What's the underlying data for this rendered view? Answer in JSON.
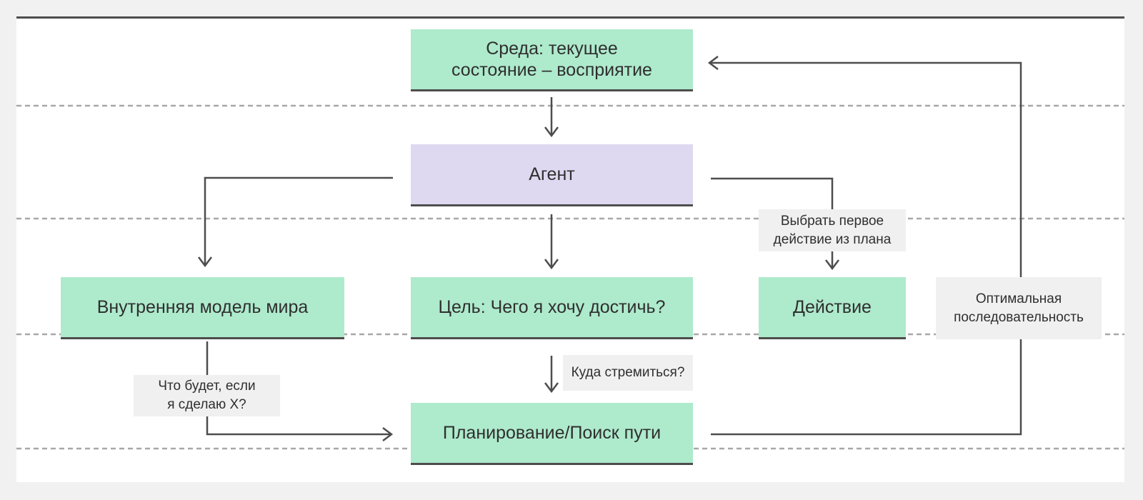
{
  "diagram": {
    "nodes": {
      "environment": {
        "label_lines": [
          "Среда: текущее",
          "состояние – восприятие"
        ]
      },
      "agent": {
        "label": "Агент"
      },
      "world_model": {
        "label": "Внутренняя модель мира"
      },
      "goal": {
        "label": "Цель: Чего я хочу достичь?"
      },
      "action": {
        "label": "Действие"
      },
      "planning": {
        "label": "Планирование/Поиск пути"
      }
    },
    "annotations": {
      "optimal_sequence": {
        "label_lines": [
          "Оптимальная",
          "последовательность"
        ]
      },
      "pick_first_action": {
        "label_lines": [
          "Выбрать первое",
          "действие из плана"
        ]
      },
      "where_to_aim": {
        "label": "Куда стремиться?"
      },
      "what_if": {
        "label_lines": [
          "Что будет, если",
          "я сделаю X?"
        ]
      }
    },
    "colors": {
      "node_green": "#aeeacc",
      "node_purple": "#ded8f0",
      "label_gray": "#f0f0f0",
      "line_dark": "#4d4d4d",
      "lane_dashed": "#a8a8a8",
      "text": "#2f2f2f",
      "canvas_white": "#ffffff",
      "page_background": "#f1f1f1"
    }
  }
}
